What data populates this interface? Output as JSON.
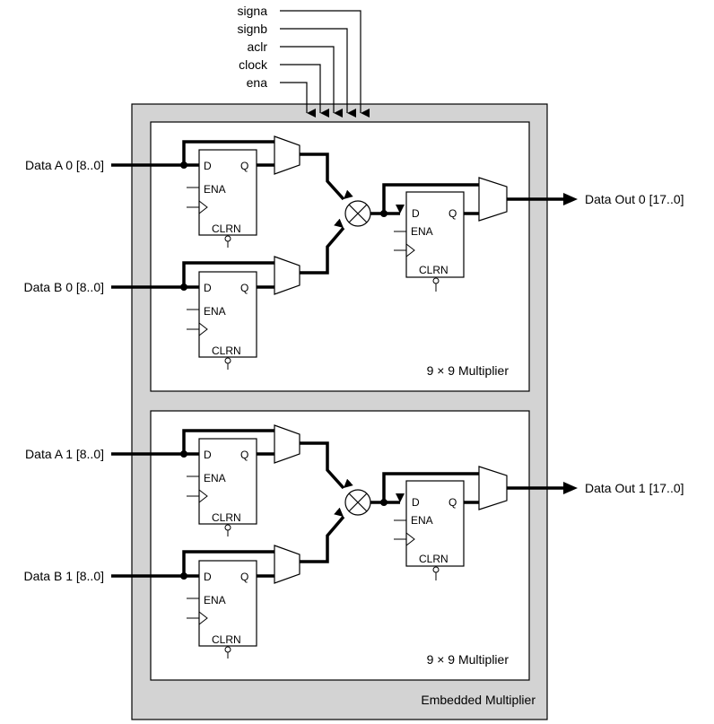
{
  "control_signals": [
    "signa",
    "signb",
    "aclr",
    "clock",
    "ena"
  ],
  "outer_block_label": "Embedded Multiplier",
  "multipliers": [
    {
      "label": "9 × 9 Multiplier",
      "input_a": "Data A 0 [8..0]",
      "input_b": "Data B 0 [8..0]",
      "output": "Data Out 0 [17..0]"
    },
    {
      "label": "9 × 9 Multiplier",
      "input_a": "Data A 1 [8..0]",
      "input_b": "Data B 1 [8..0]",
      "output": "Data Out 1 [17..0]"
    }
  ],
  "register_labels": {
    "d": "D",
    "q": "Q",
    "ena": "ENA",
    "clrn": "CLRN"
  },
  "colors": {
    "block_fill": "#d3d3d3",
    "inner_fill": "#ffffff",
    "line": "#000000"
  }
}
